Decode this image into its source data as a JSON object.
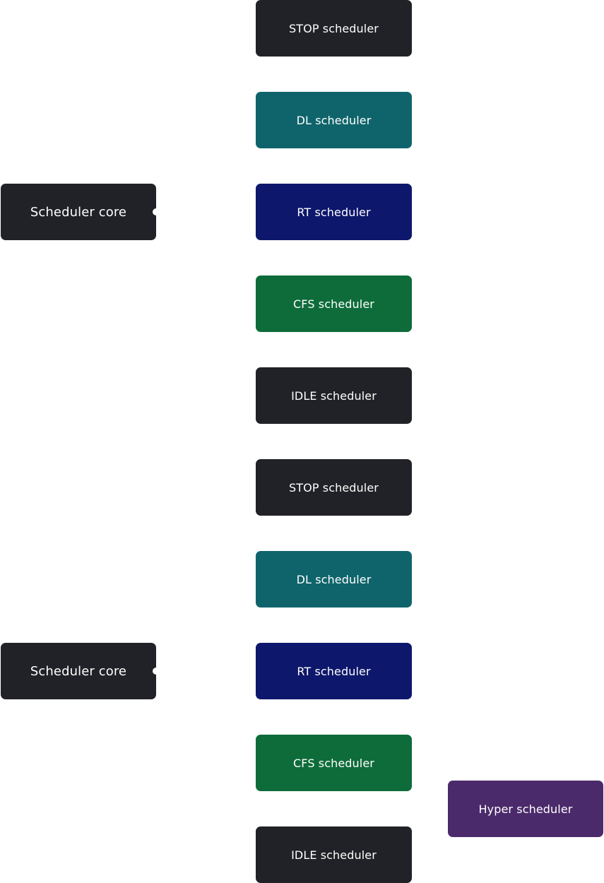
{
  "colors": {
    "dark": "#212227",
    "dl": "#0f646b",
    "rt": "#0d176b",
    "cfs": "#0e6c3a",
    "hyper": "#4b2a6b"
  },
  "groups": [
    {
      "core_label": "Scheduler core",
      "schedulers": [
        {
          "label": "STOP scheduler",
          "kind": "dark"
        },
        {
          "label": "DL scheduler",
          "kind": "dl"
        },
        {
          "label": "RT scheduler",
          "kind": "rt"
        },
        {
          "label": "CFS scheduler",
          "kind": "cfs"
        },
        {
          "label": "IDLE scheduler",
          "kind": "dark"
        }
      ]
    },
    {
      "core_label": "Scheduler core",
      "schedulers": [
        {
          "label": "STOP scheduler",
          "kind": "dark"
        },
        {
          "label": "DL scheduler",
          "kind": "dl"
        },
        {
          "label": "RT scheduler",
          "kind": "rt"
        },
        {
          "label": "CFS scheduler",
          "kind": "cfs"
        },
        {
          "label": "IDLE scheduler",
          "kind": "dark"
        }
      ]
    }
  ],
  "hyper": {
    "label": "Hyper scheduler"
  }
}
